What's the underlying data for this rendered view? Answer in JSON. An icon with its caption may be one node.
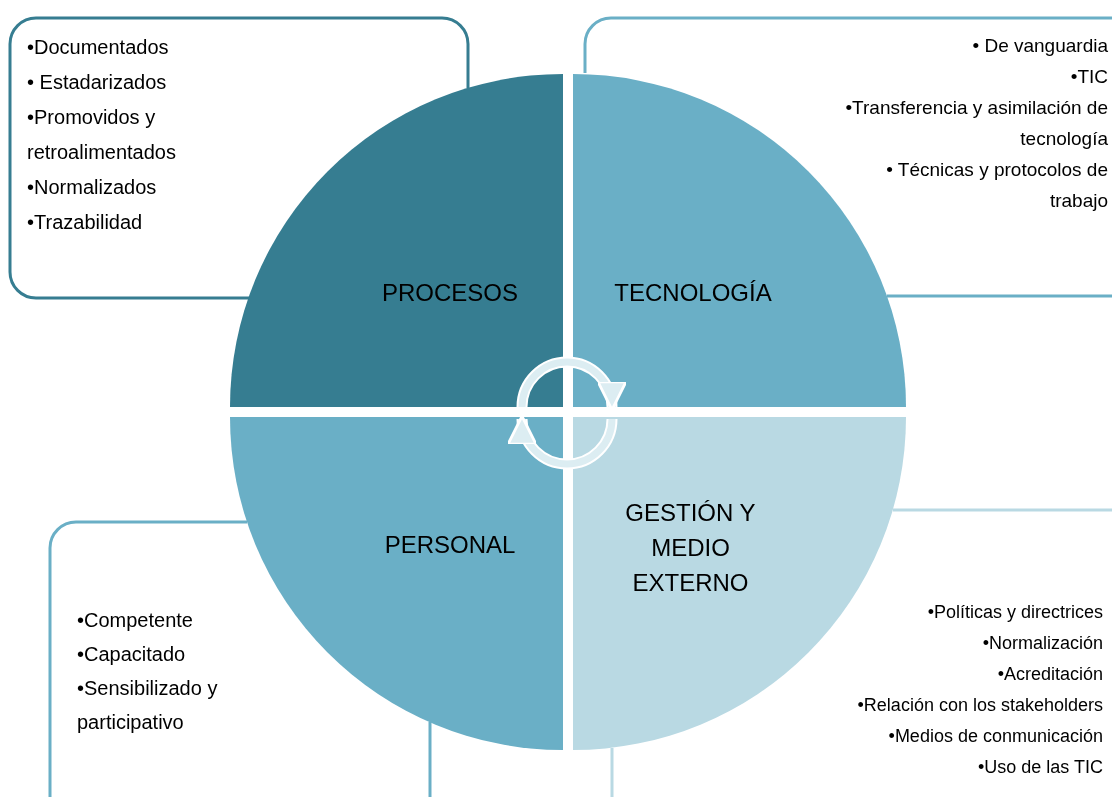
{
  "diagram": {
    "nodes": [
      {
        "text": [
          "•Documentados",
          "• Estadarizados",
          "•Promovidos y retroalimentados",
          "•Normalizados",
          "•Trazabilidad"
        ]
      },
      {
        "text": [
          "• De vanguardia",
          "•TIC",
          "•Transferencia y asimilación de tecnología",
          "• Técnicas y protocolos de trabajo"
        ]
      },
      {
        "text": [
          "PROCESOS"
        ]
      },
      {
        "text": [
          "TECNOLOGÍA"
        ]
      },
      {
        "text": [
          "PERSONAL"
        ]
      },
      {
        "text": [
          "GESTIÓN  Y MEDIO EXTERNO"
        ]
      },
      {
        "text": [
          "•Competente",
          "•Capacitado",
          "•Sensibilizado y participativo"
        ]
      },
      {
        "text": [
          "•Políticas y directrices",
          "•Normalización",
          "•Acreditación",
          "•Relación con los stakeholders",
          "•Medios de conmunicación",
          "•Uso de las TIC"
        ]
      }
    ],
    "edges": [
      {
        "from": 2,
        "to": 3,
        "arrow": "to"
      },
      {
        "from": 5,
        "to": 4,
        "arrow": "to"
      }
    ]
  }
}
